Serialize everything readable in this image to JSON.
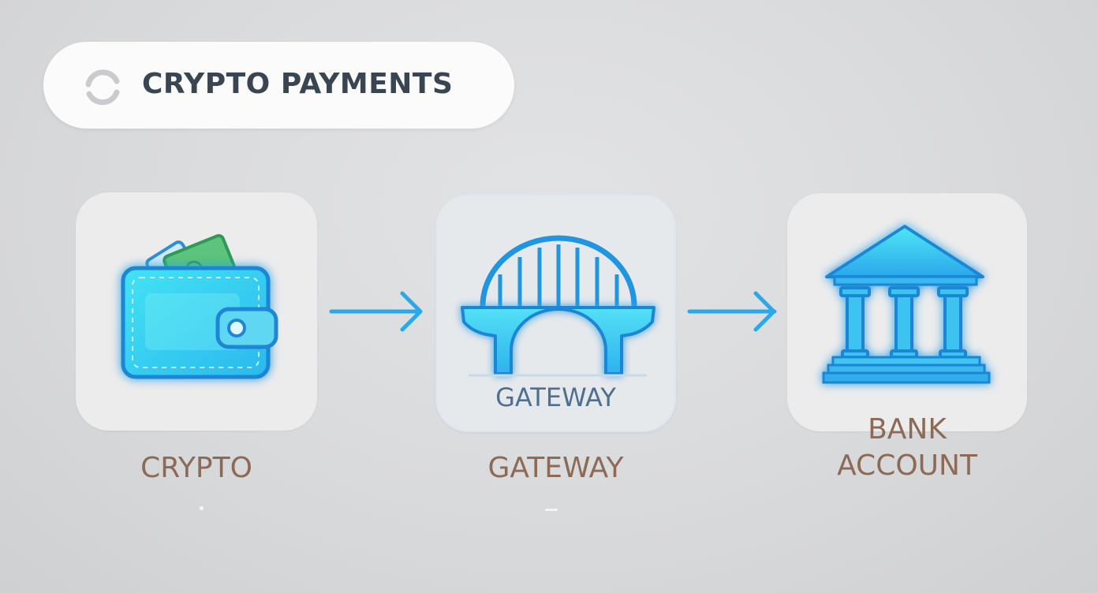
{
  "header": {
    "title": "CRYPTO PAYMENTS",
    "icon": "refresh-ring-icon"
  },
  "nodes": [
    {
      "id": "crypto",
      "icon": "wallet-icon",
      "label": "CRYPTO"
    },
    {
      "id": "gateway",
      "icon": "bridge-icon",
      "inner_label": "GATEWAY",
      "label": "GATEWAY"
    },
    {
      "id": "bank",
      "icon": "bank-building-icon",
      "label_line1": "BANK",
      "label_line2": "ACCOUNT"
    }
  ],
  "colors": {
    "accent": "#29a8ea",
    "accent_light": "#4de3f4",
    "label_brown": "#8c6a55",
    "gateway_text": "#4f6f8f",
    "title_text": "#3a4552"
  }
}
